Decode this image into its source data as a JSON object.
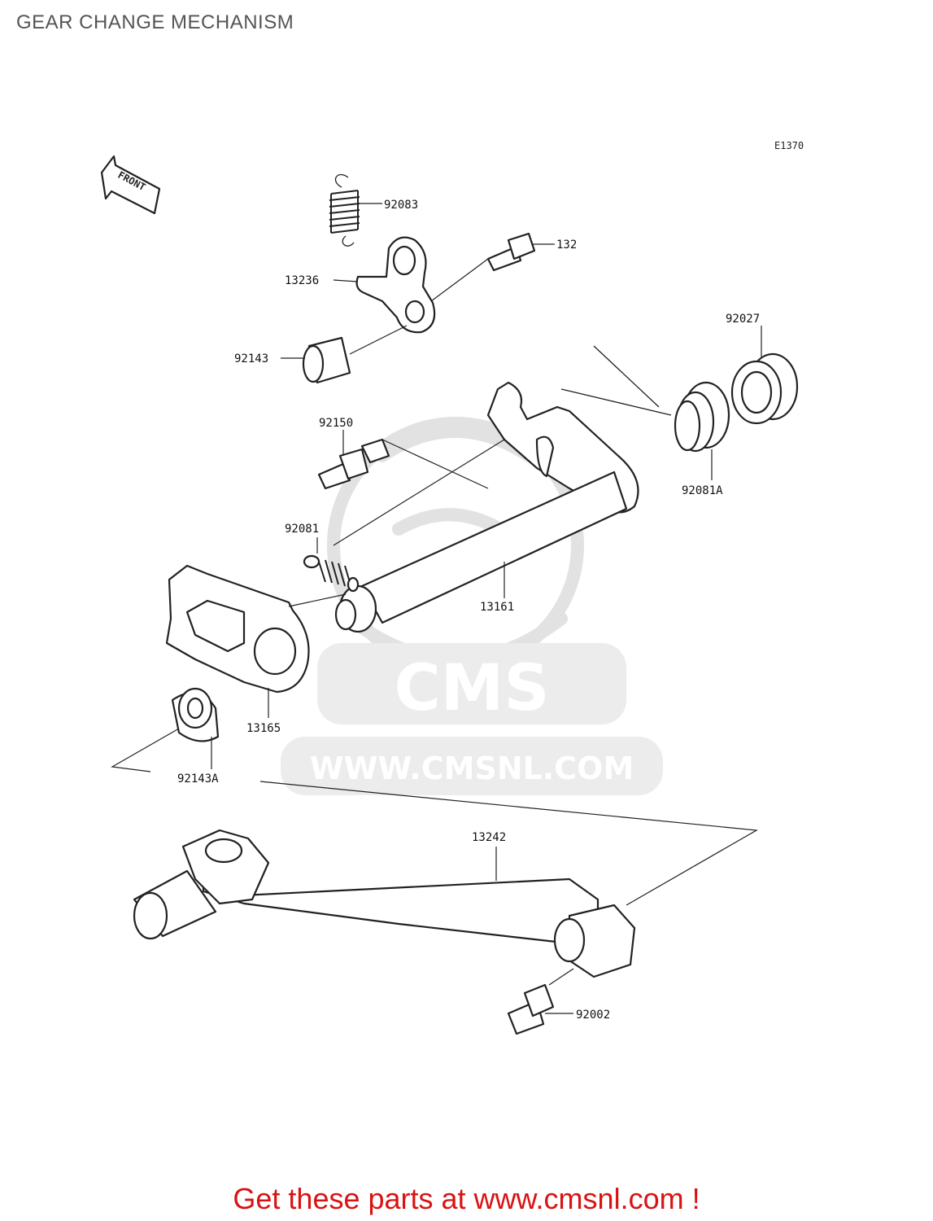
{
  "title": "GEAR CHANGE MECHANISM",
  "diagram_code": "E1370",
  "front_label": "FRONT",
  "watermark": {
    "brand": "CMS",
    "url": "WWW.CMSNL.COM"
  },
  "parts": [
    {
      "number": "92083"
    },
    {
      "number": "132"
    },
    {
      "number": "13236"
    },
    {
      "number": "92143"
    },
    {
      "number": "92027"
    },
    {
      "number": "92150"
    },
    {
      "number": "92081A"
    },
    {
      "number": "92081"
    },
    {
      "number": "13161"
    },
    {
      "number": "13165"
    },
    {
      "number": "92143A"
    },
    {
      "number": "13242"
    },
    {
      "number": "92002"
    }
  ],
  "footer": "Get these parts at www.cmsnl.com !"
}
